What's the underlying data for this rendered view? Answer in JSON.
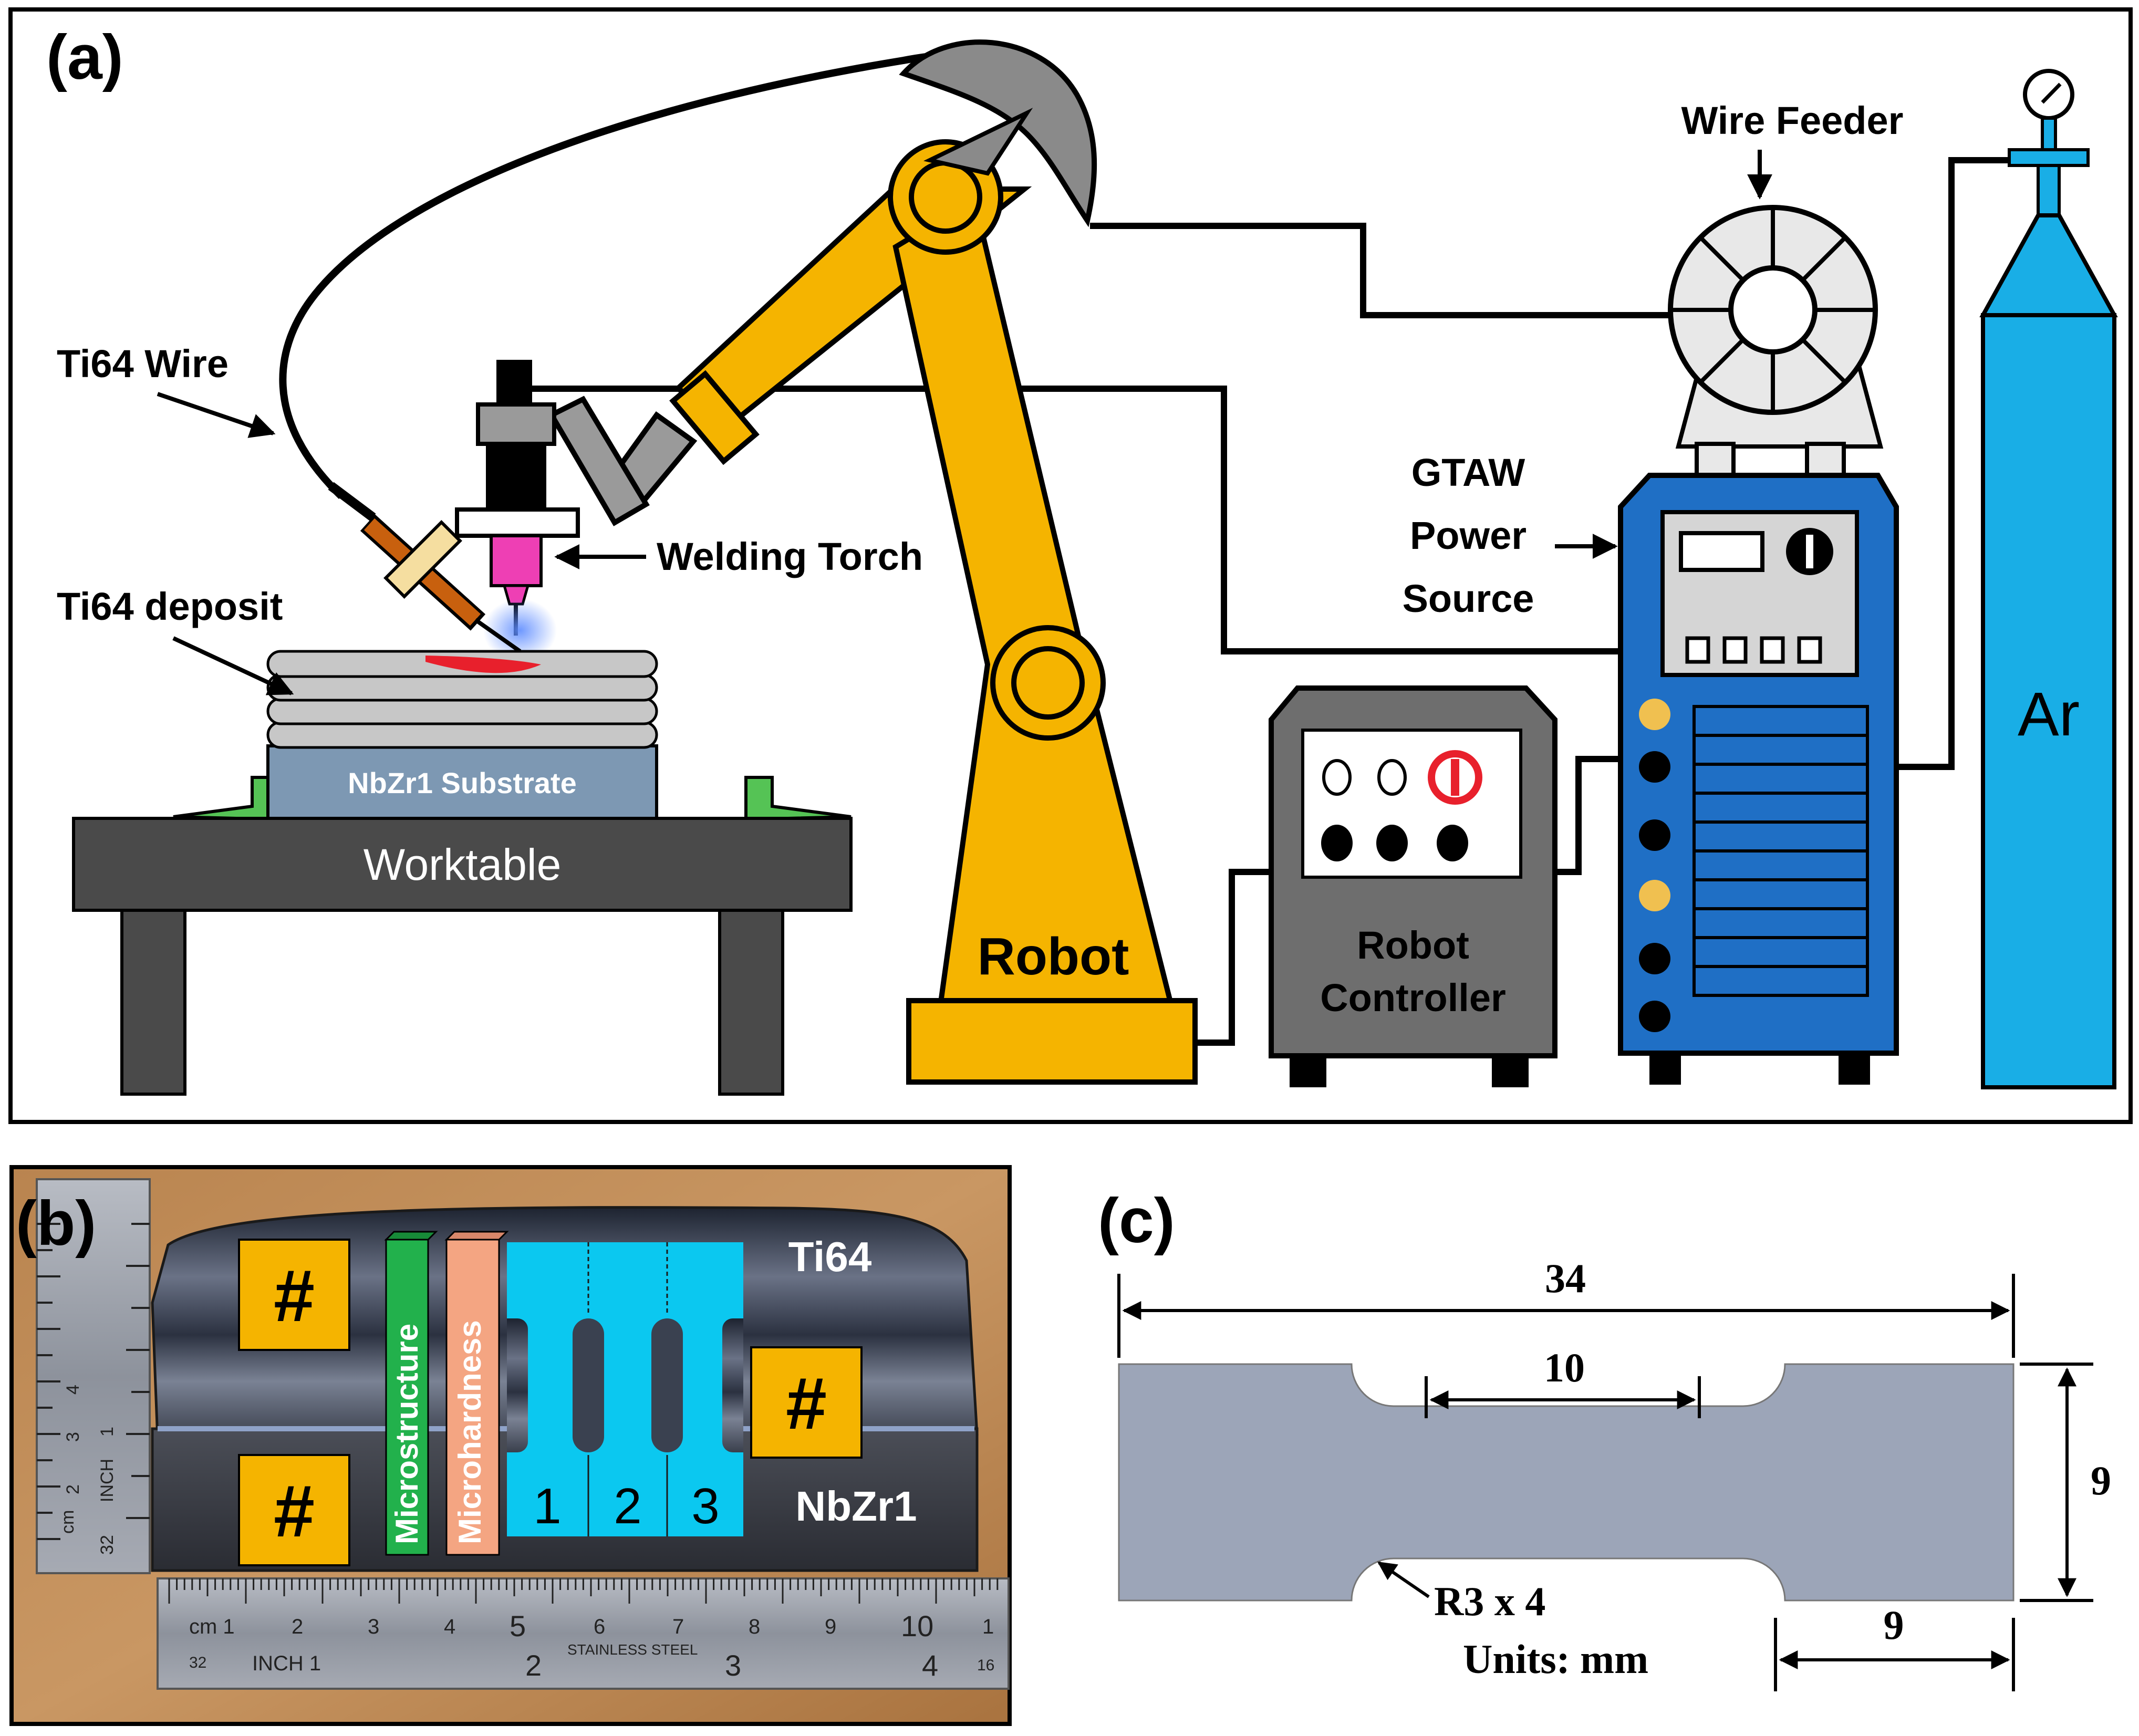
{
  "panel_a": {
    "label": "(a)",
    "labels": {
      "ti64_wire": "Ti64 Wire",
      "ti64_deposit": "Ti64 deposit",
      "welding_torch": "Welding Torch",
      "wire_feeder": "Wire Feeder",
      "gtaw_line1": "GTAW",
      "gtaw_line2": "Power",
      "gtaw_line3": "Source",
      "substrate": "NbZr1 Substrate",
      "worktable": "Worktable",
      "robot": "Robot",
      "controller_line1": "Robot",
      "controller_line2": "Controller",
      "gas": "Ar"
    },
    "colors": {
      "robot_arm": "#F5B400",
      "argon_cylinder": "#19AEE6",
      "power_source": "#1F6FC5",
      "controller": "#6E6E6E",
      "worktable": "#4A4A4A",
      "substrate": "#7D98B3",
      "torch_nozzle": "#EE3FB4",
      "wire_guide": "#C8600E",
      "clamp": "#55C355"
    }
  },
  "panel_b": {
    "label": "(b)",
    "deposit_label": "Ti64",
    "substrate_label": "NbZr1",
    "hash_symbol": "#",
    "microstructure": "Microstructure",
    "microhardness": "Microhardness",
    "specimens": [
      "1",
      "2",
      "3"
    ],
    "ruler_bottom": [
      "cm 1",
      "2",
      "3",
      "4",
      "5",
      "6",
      "7",
      "8",
      "9",
      "10",
      "1"
    ],
    "ruler_bottom_lower": [
      "32",
      "INCH 1",
      "2",
      "STAINLESS STEEL",
      "3",
      "4",
      "16"
    ],
    "ruler_left": [
      "cm",
      "2",
      "3",
      "4",
      "INCH",
      "1",
      "32"
    ],
    "colors": {
      "specimen": "#0BC8F0",
      "microstructure": "#22B14C",
      "microhardness": "#F4A582",
      "hash_box": "#F5B400"
    }
  },
  "panel_c": {
    "label": "(c)",
    "dim_total_length": "34",
    "dim_gauge_length": "10",
    "dim_width": "9",
    "dim_grip_length": "9",
    "radius": "R3 x 4",
    "units": "Units: mm",
    "colors": {
      "specimen": "#9CA5B8"
    }
  }
}
